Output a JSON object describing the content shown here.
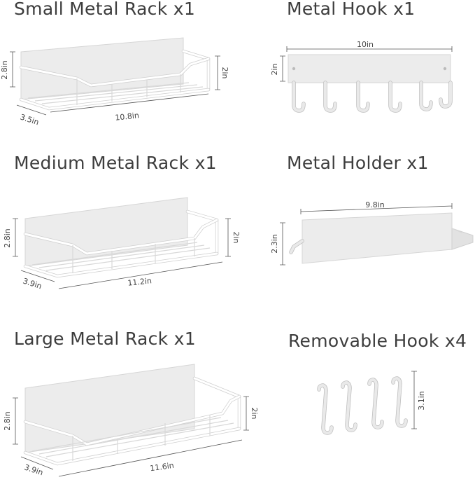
{
  "products": {
    "small_rack": {
      "title": "Small Metal Rack x1",
      "height": "2.8in",
      "depth": "3.5in",
      "length": "10.8in",
      "front_height": "2in"
    },
    "metal_hook": {
      "title": "Metal Hook x1",
      "width": "10in",
      "height": "2in"
    },
    "medium_rack": {
      "title": "Medium Metal Rack x1",
      "height": "2.8in",
      "depth": "3.9in",
      "length": "11.2in",
      "front_height": "2in"
    },
    "metal_holder": {
      "title": "Metal Holder x1",
      "width": "9.8in",
      "height": "2.3in"
    },
    "large_rack": {
      "title": "Large Metal Rack x1",
      "height": "2.8in",
      "depth": "3.9in",
      "length": "11.6in",
      "front_height": "2in"
    },
    "removable_hook": {
      "title": "Removable Hook x4",
      "height": "3.1in"
    }
  },
  "icons": {
    "rack": "shelf-rack-icon",
    "hook": "hook-rail-icon",
    "holder": "shelf-holder-icon",
    "removable": "s-hook-icon"
  },
  "colors": {
    "background": "#ffffff",
    "panel": "#ececec",
    "wire": "#ffffff",
    "text": "#3d3d3d"
  }
}
